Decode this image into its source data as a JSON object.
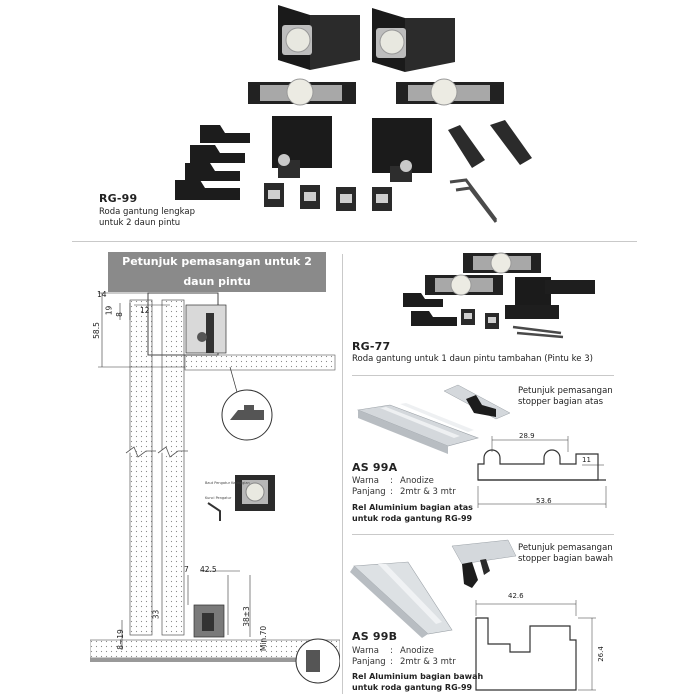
{
  "rg99": {
    "code": "RG-99",
    "desc_line1": "Roda gantung lengkap",
    "desc_line2": "untuk 2 daun pintu"
  },
  "install_banner": "Petunjuk pemasangan untuk 2 daun pintu",
  "diagram_dims": {
    "d14": "14",
    "d19": "19",
    "d8": "8",
    "d12": "12",
    "d58_5": "58.5",
    "d7": "7",
    "d42_5": "42.5",
    "d33": "33",
    "d38_3": "38±3",
    "dmin70": "Min.70",
    "d8_19": "8~19"
  },
  "inset_labels": {
    "top": "Baut Pengatur Ketinggian",
    "bottom": "Kunci Pengatur"
  },
  "rg77": {
    "code": "RG-77",
    "desc": "Roda gantung untuk 1 daun pintu tambahan (Pintu ke 3)"
  },
  "as99a": {
    "guide_line1": "Petunjuk pemasangan",
    "guide_line2": "stopper bagian atas",
    "code": "AS 99A",
    "warna_label": "Warna",
    "warna_value": "Anodize",
    "panjang_label": "Panjang",
    "panjang_value": "2mtr & 3 mtr",
    "desc_line1": "Rel Aluminium bagian atas",
    "desc_line2": "untuk roda gantung RG-99",
    "dim_top": "28.9",
    "dim_right": "11",
    "dim_bottom": "53.6"
  },
  "as99b": {
    "guide_line1": "Petunjuk pemasangan",
    "guide_line2": "stopper bagian bawah",
    "code": "AS 99B",
    "warna_label": "Warna",
    "warna_value": "Anodize",
    "panjang_label": "Panjang",
    "panjang_value": "2mtr & 3 mtr",
    "desc_line1": "Rel Aluminium bagian bawah",
    "desc_line2": "untuk roda gantung RG-99",
    "dim_top": "42.6",
    "dim_right": "26.4"
  },
  "sep": ":"
}
